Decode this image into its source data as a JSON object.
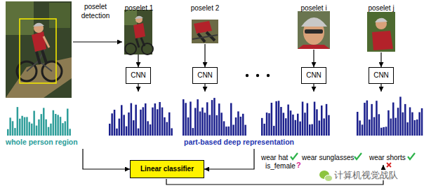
{
  "diagram": {
    "nodes": [
      {
        "text": [
          "poselet 1"
        ]
      },
      {
        "text": [
          "poselet 2"
        ]
      },
      {
        "text": [
          "poselet i"
        ]
      },
      {
        "text": [
          "poselet j"
        ]
      },
      {
        "text": [
          "CNN"
        ]
      },
      {
        "text": [
          "CNN"
        ]
      },
      {
        "text": [
          "CNN"
        ]
      },
      {
        "text": [
          "CNN"
        ]
      },
      {
        "text": [
          "whole person region"
        ]
      },
      {
        "text": [
          "part-based deep representation"
        ]
      },
      {
        "text": [
          "Linear classifier"
        ]
      }
    ],
    "edges": [
      {
        "from": 0,
        "to": 4,
        "arrow": "to"
      },
      {
        "from": 1,
        "to": 5,
        "arrow": "to"
      },
      {
        "from": 2,
        "to": 6,
        "arrow": "to"
      },
      {
        "from": 3,
        "to": 7,
        "arrow": "to"
      },
      {
        "from": 4,
        "to": 9,
        "arrow": "to"
      },
      {
        "from": 5,
        "to": 9,
        "arrow": "to"
      },
      {
        "from": 6,
        "to": 9,
        "arrow": "to"
      },
      {
        "from": 7,
        "to": 9,
        "arrow": "to"
      },
      {
        "from": 8,
        "to": 10,
        "arrow": "to"
      },
      {
        "from": 9,
        "to": 10,
        "arrow": "to"
      }
    ],
    "labels": [
      "poselet detection",
      "wear hat",
      "is_female",
      "?",
      "wear sunglasses",
      "wear shorts",
      "计算机视觉战队"
    ]
  }
}
